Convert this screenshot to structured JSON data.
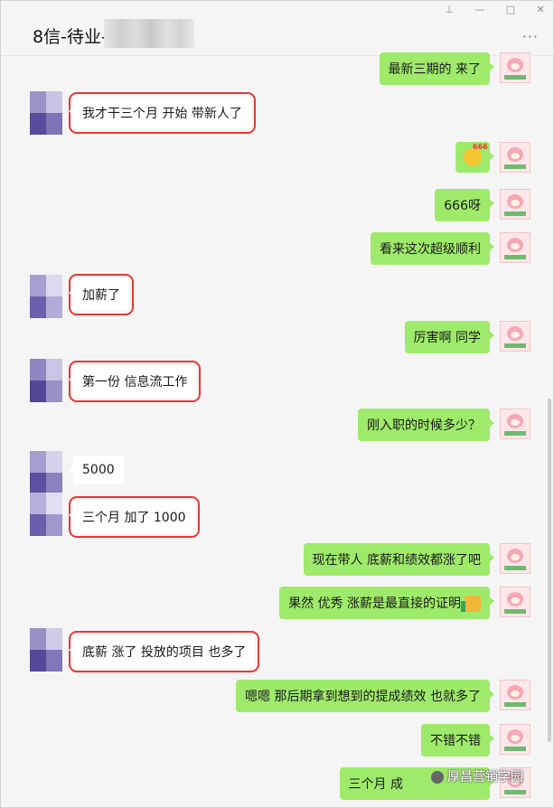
{
  "window": {
    "title_prefix": "8信-待业-",
    "more_label": "···",
    "pin_label": "⊥",
    "minimize_label": "—",
    "maximize_label": "□",
    "close_label": "✕"
  },
  "messages": [
    {
      "side": "right",
      "text": "最新三期的 来了"
    },
    {
      "side": "left",
      "text": "我才干三个月 开始 带新人了",
      "highlight": true
    },
    {
      "side": "right",
      "text": "",
      "emoji": "666-emoji-icon"
    },
    {
      "side": "right",
      "text": "666呀"
    },
    {
      "side": "right",
      "text": "看来这次超级顺利"
    },
    {
      "side": "left",
      "text": "加薪了",
      "highlight": true
    },
    {
      "side": "right",
      "text": "厉害啊 同学"
    },
    {
      "side": "left",
      "text": "第一份 信息流工作",
      "highlight": true
    },
    {
      "side": "right",
      "text": "刚入职的时候多少？"
    },
    {
      "side": "left",
      "text": "5000"
    },
    {
      "side": "left",
      "text": "三个月 加了 1000",
      "highlight": true
    },
    {
      "side": "right",
      "text": "现在带人  底薪和绩效都涨了吧"
    },
    {
      "side": "right",
      "text": "果然 优秀 涨薪是最直接的证明",
      "emoji": "thumbs-up-icon"
    },
    {
      "side": "left",
      "text": "底薪 涨了  投放的项目 也多了",
      "highlight": true
    },
    {
      "side": "right",
      "text": "嗯嗯 那后期拿到想到的提成绩效 也就多了"
    },
    {
      "side": "right",
      "text": "不错不错"
    },
    {
      "side": "right",
      "text": "三个月 成"
    }
  ],
  "watermark": {
    "text": "厚昌营销学园"
  },
  "colors": {
    "green_bubble": "#9eea6a",
    "highlight": "#e53935"
  }
}
